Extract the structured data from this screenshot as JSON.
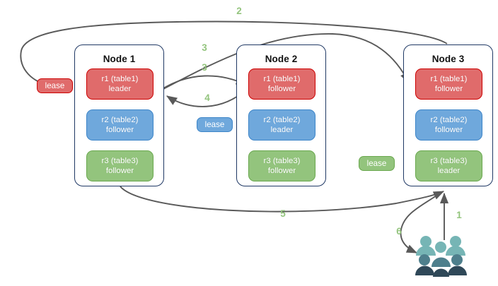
{
  "diagram": {
    "title": "raft-lease-node-diagram",
    "colors": {
      "red": "#e06b6b",
      "red_border": "#cc0000",
      "blue": "#6fa8dc",
      "blue_border": "#3d85c8",
      "green": "#93c47d",
      "green_border": "#6aa84f",
      "node_border": "#1f3864",
      "edge": "#595959",
      "label": "#93c47d",
      "users_light": "#76b5b5",
      "users_dark": "#2f4858",
      "users_mid": "#4e7f8c"
    },
    "nodes": [
      {
        "id": "node-1",
        "title": "Node 1",
        "replicas": [
          {
            "id": "r1",
            "line1": "r1 (table1)",
            "line2": "leader",
            "color": "red"
          },
          {
            "id": "r2",
            "line1": "r2 (table2)",
            "line2": "follower",
            "color": "blue"
          },
          {
            "id": "r3",
            "line1": "r3 (table3)",
            "line2": "follower",
            "color": "green"
          }
        ]
      },
      {
        "id": "node-2",
        "title": "Node 2",
        "replicas": [
          {
            "id": "r1",
            "line1": "r1 (table1)",
            "line2": "follower",
            "color": "red"
          },
          {
            "id": "r2",
            "line1": "r2 (table2)",
            "line2": "leader",
            "color": "blue"
          },
          {
            "id": "r3",
            "line1": "r3 (table3)",
            "line2": "follower",
            "color": "green"
          }
        ]
      },
      {
        "id": "node-3",
        "title": "Node 3",
        "replicas": [
          {
            "id": "r1",
            "line1": "r1 (table1)",
            "line2": "follower",
            "color": "red"
          },
          {
            "id": "r2",
            "line1": "r2 (table2)",
            "line2": "follower",
            "color": "blue"
          },
          {
            "id": "r3",
            "line1": "r3 (table3)",
            "line2": "leader",
            "color": "green"
          }
        ]
      }
    ],
    "leases": [
      {
        "id": "lease-red",
        "label": "lease",
        "color": "red"
      },
      {
        "id": "lease-blue",
        "label": "lease",
        "color": "blue"
      },
      {
        "id": "lease-green",
        "label": "lease",
        "color": "green"
      }
    ],
    "edge_labels": [
      {
        "id": "label-2",
        "text": "2"
      },
      {
        "id": "label-3-upper",
        "text": "3"
      },
      {
        "id": "label-3-lower",
        "text": "3"
      },
      {
        "id": "label-4",
        "text": "4"
      },
      {
        "id": "label-5",
        "text": "5"
      },
      {
        "id": "label-1",
        "text": "1"
      },
      {
        "id": "label-6",
        "text": "6"
      }
    ],
    "icons": {
      "users": "users-group-icon"
    }
  }
}
